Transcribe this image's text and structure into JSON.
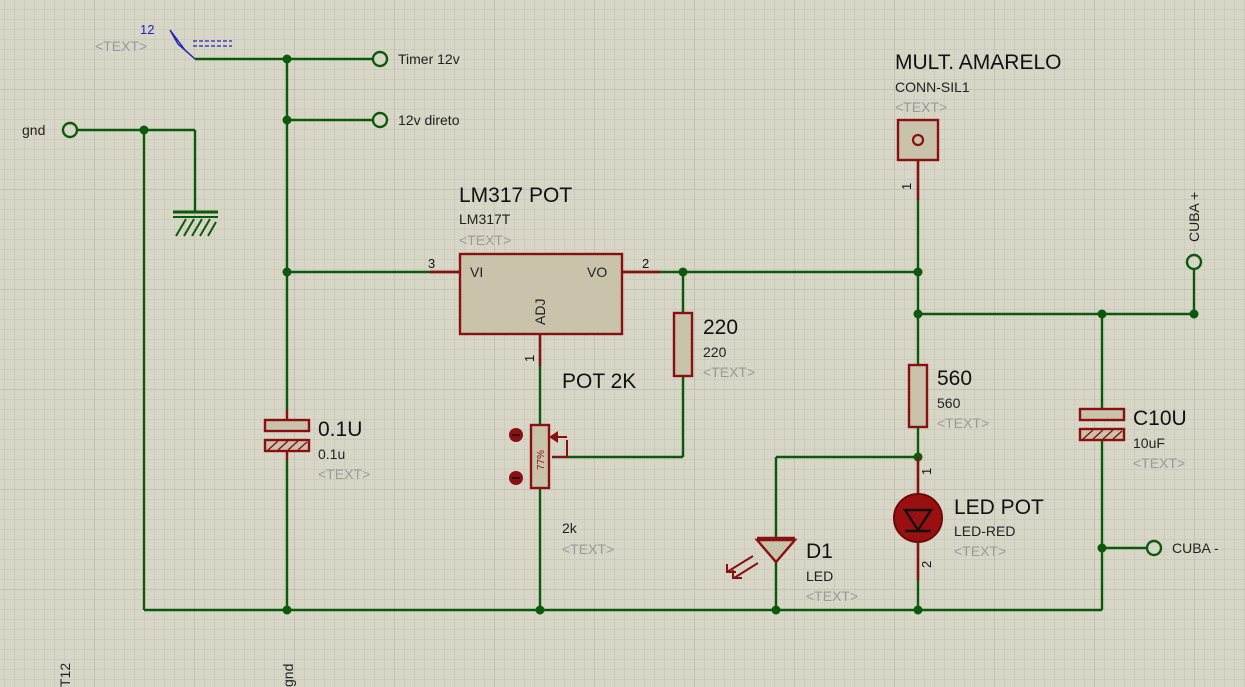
{
  "terminals": {
    "timer": "Timer 12v",
    "direct": "12v direto",
    "gnd": "gnd",
    "cuba_plus": "CUBA +",
    "cuba_minus": "CUBA -"
  },
  "power_label": {
    "value": "12",
    "text": "<TEXT>"
  },
  "regulator": {
    "ref": "LM317 POT",
    "part": "LM317T",
    "text": "<TEXT>",
    "vi": "VI",
    "vo": "VO",
    "adj": "ADJ",
    "pin_vi": "3",
    "pin_vo": "2",
    "pin_adj": "1"
  },
  "r220": {
    "ref": "220",
    "value": "220",
    "text": "<TEXT>"
  },
  "pot": {
    "ref": "POT 2K",
    "value": "2k",
    "text": "<TEXT>",
    "setting": "77%"
  },
  "cap_small": {
    "ref": "0.1U",
    "value": "0.1u",
    "text": "<TEXT>"
  },
  "connector": {
    "ref": "MULT. AMARELO",
    "part": "CONN-SIL1",
    "text": "<TEXT>",
    "pin": "1"
  },
  "r560": {
    "ref": "560",
    "value": "560",
    "text": "<TEXT>"
  },
  "led_pot": {
    "ref": "LED POT",
    "part": "LED-RED",
    "text": "<TEXT>",
    "pin_a": "1",
    "pin_k": "2"
  },
  "d1": {
    "ref": "D1",
    "part": "LED",
    "text": "<TEXT>"
  },
  "cap_big": {
    "ref": "C10U",
    "value": "10uF",
    "text": "<TEXT>"
  },
  "edge_labels": {
    "left": "T12",
    "gnd": "gnd"
  }
}
